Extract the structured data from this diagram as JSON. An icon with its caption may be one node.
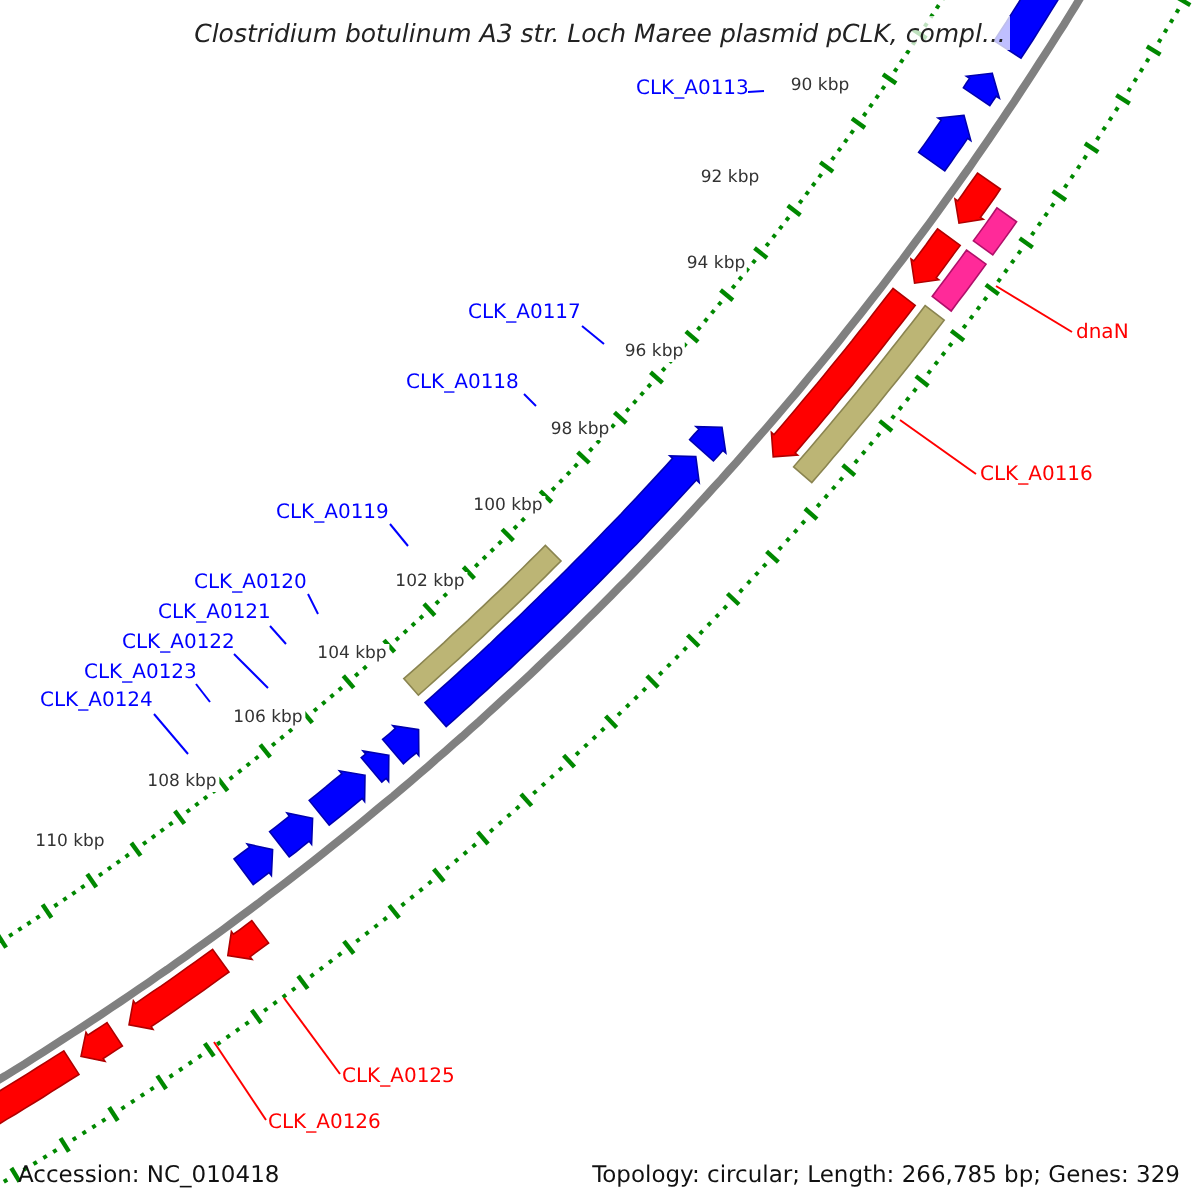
{
  "diagram": {
    "title": "Clostridium botulinum A3 str. Loch Maree plasmid pCLK, compl...",
    "nodes": [
      {
        "text": [
          "CLK_A0113"
        ]
      },
      {
        "text": [
          "CLK_A0117"
        ]
      },
      {
        "text": [
          "dnaN"
        ]
      },
      {
        "text": [
          "CLK_A0118"
        ]
      },
      {
        "text": [
          "CLK_A0116"
        ]
      },
      {
        "text": [
          "CLK_A0119"
        ]
      },
      {
        "text": [
          "CLK_A0120"
        ]
      },
      {
        "text": [
          "CLK_A0121"
        ]
      },
      {
        "text": [
          "CLK_A0122"
        ]
      },
      {
        "text": [
          "CLK_A0123"
        ]
      },
      {
        "text": [
          "CLK_A0124"
        ]
      },
      {
        "text": [
          "CLK_A0125"
        ]
      },
      {
        "text": [
          "CLK_A0126"
        ]
      }
    ],
    "edges": [
      {
        "from": 0,
        "to": null,
        "arrow": "none"
      },
      {
        "from": 1,
        "to": null,
        "arrow": "none"
      },
      {
        "from": 2,
        "to": null,
        "arrow": "none",
        "color": "#ff0000"
      },
      {
        "from": 3,
        "to": null,
        "arrow": "none"
      },
      {
        "from": 4,
        "to": null,
        "arrow": "none",
        "color": "#ff0000"
      },
      {
        "from": 5,
        "to": null,
        "arrow": "none"
      },
      {
        "from": 6,
        "to": null,
        "arrow": "none"
      },
      {
        "from": 7,
        "to": null,
        "arrow": "none"
      },
      {
        "from": 8,
        "to": null,
        "arrow": "none"
      },
      {
        "from": 9,
        "to": null,
        "arrow": "none"
      },
      {
        "from": 10,
        "to": null,
        "arrow": "none"
      },
      {
        "from": 11,
        "to": null,
        "arrow": "none",
        "color": "#ff0000"
      },
      {
        "from": 12,
        "to": null,
        "arrow": "none",
        "color": "#ff0000"
      }
    ],
    "labels": [
      "90 kbp",
      "92 kbp",
      "94 kbp",
      "96 kbp",
      "98 kbp",
      "100 kbp",
      "102 kbp",
      "104 kbp",
      "106 kbp",
      "108 kbp",
      "110 kbp",
      "Accession: NC_010418",
      "Topology: circular; Length: 266,785 bp; Genes: 329"
    ]
  }
}
